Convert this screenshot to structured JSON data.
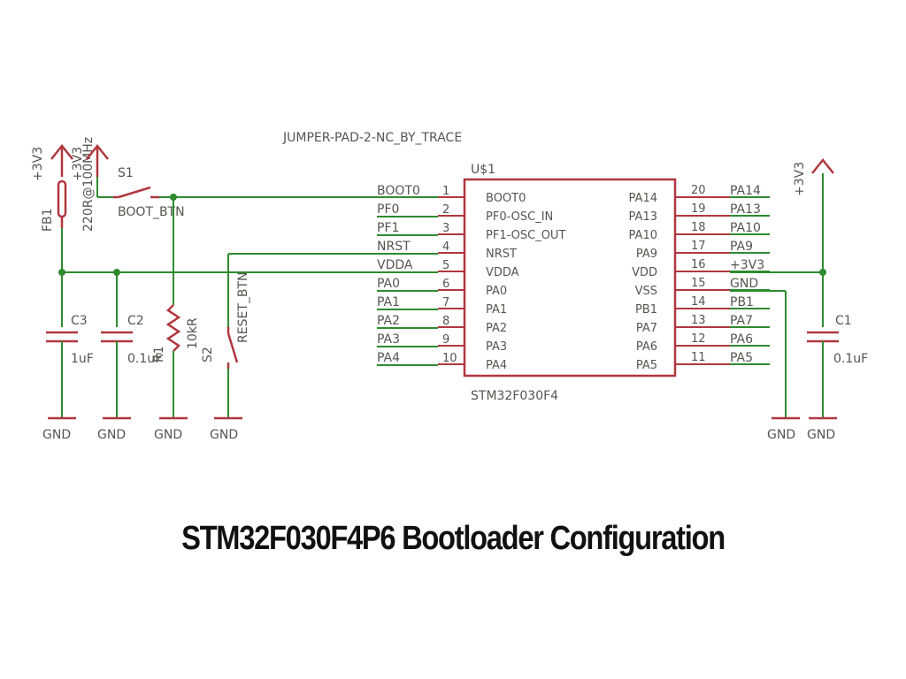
{
  "title": "STM32F030F4P6 Bootloader Configuration",
  "jumper_label": "JUMPER-PAD-2-NC_BY_TRACE",
  "chip": {
    "ref": "U$1",
    "part": "STM32F030F4",
    "left_pins": [
      {
        "num": "1",
        "name": "BOOT0",
        "net": "BOOT0"
      },
      {
        "num": "2",
        "name": "PF0-OSC_IN",
        "net": "PF0"
      },
      {
        "num": "3",
        "name": "PF1-OSC_OUT",
        "net": "PF1"
      },
      {
        "num": "4",
        "name": "NRST",
        "net": "NRST"
      },
      {
        "num": "5",
        "name": "VDDA",
        "net": "VDDA"
      },
      {
        "num": "6",
        "name": "PA0",
        "net": "PA0"
      },
      {
        "num": "7",
        "name": "PA1",
        "net": "PA1"
      },
      {
        "num": "8",
        "name": "PA2",
        "net": "PA2"
      },
      {
        "num": "9",
        "name": "PA3",
        "net": "PA3"
      },
      {
        "num": "10",
        "name": "PA4",
        "net": "PA4"
      }
    ],
    "right_pins": [
      {
        "num": "20",
        "name": "PA14",
        "net": "PA14"
      },
      {
        "num": "19",
        "name": "PA13",
        "net": "PA13"
      },
      {
        "num": "18",
        "name": "PA10",
        "net": "PA10"
      },
      {
        "num": "17",
        "name": "PA9",
        "net": "PA9"
      },
      {
        "num": "16",
        "name": "VDD",
        "net": "+3V3"
      },
      {
        "num": "15",
        "name": "VSS",
        "net": "GND"
      },
      {
        "num": "14",
        "name": "PB1",
        "net": "PB1"
      },
      {
        "num": "13",
        "name": "PA7",
        "net": "PA7"
      },
      {
        "num": "12",
        "name": "PA6",
        "net": "PA6"
      },
      {
        "num": "11",
        "name": "PA5",
        "net": "PA5"
      }
    ]
  },
  "components": {
    "fb1": {
      "ref": "FB1",
      "value": "220R@100MHz"
    },
    "s1": {
      "ref": "S1",
      "value": "BOOT_BTN"
    },
    "s2": {
      "ref": "S2",
      "value": "RESET_BTN"
    },
    "r1": {
      "ref": "R1",
      "value": "10kR"
    },
    "c1": {
      "ref": "C1",
      "value": "0.1uF"
    },
    "c2": {
      "ref": "C2",
      "value": "0.1uF"
    },
    "c3": {
      "ref": "C3",
      "value": "1uF"
    }
  },
  "supply_labels": {
    "left": "+3V3",
    "left2": "+3V3",
    "right": "+3V3"
  },
  "ground_label": "GND",
  "colors": {
    "wire": "#2e8b2e",
    "part": "#b0373f",
    "text": "#55554f"
  }
}
